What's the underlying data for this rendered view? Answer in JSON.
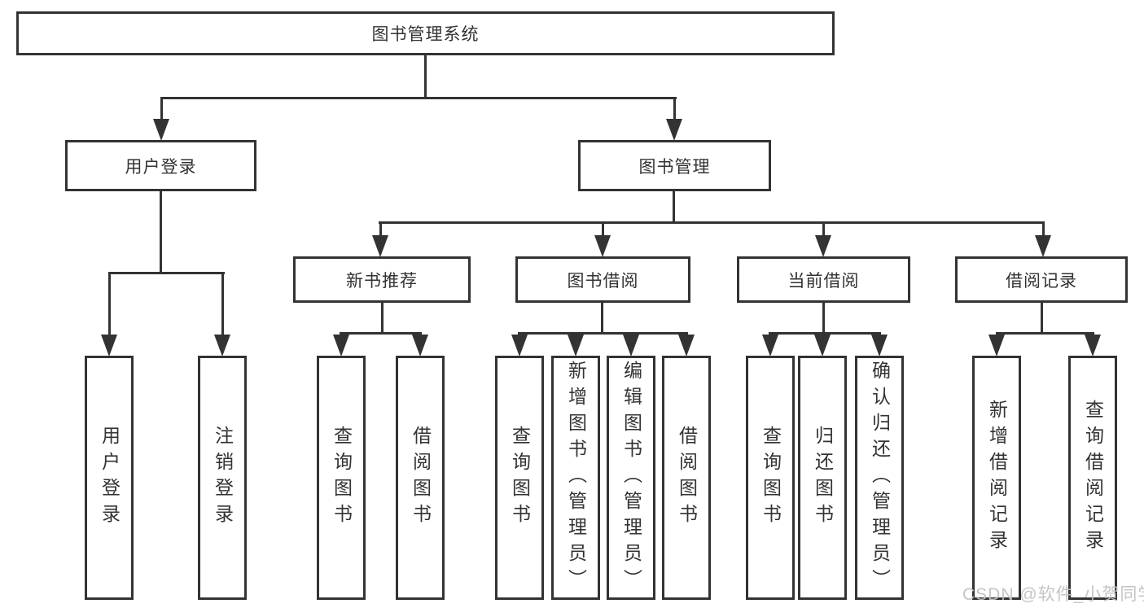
{
  "diagram": {
    "root": {
      "label": "图书管理系统"
    },
    "level2": [
      {
        "label": "用户登录"
      },
      {
        "label": "图书管理"
      }
    ],
    "level3": [
      {
        "label": "新书推荐"
      },
      {
        "label": "图书借阅"
      },
      {
        "label": "当前借阅"
      },
      {
        "label": "借阅记录"
      }
    ],
    "leaves": {
      "user_login": [
        "用户登录",
        "注销登录"
      ],
      "new_book_recommend": [
        "查询图书",
        "借阅图书"
      ],
      "book_borrow": [
        "查询图书",
        "新增图书（管理员）",
        "编辑图书（管理员）",
        "借阅图书"
      ],
      "current_borrow": [
        "查询图书",
        "归还图书",
        "确认归还（管理员）"
      ],
      "borrow_records": [
        "新增借阅记录",
        "查询借阅记录"
      ]
    }
  },
  "watermark": "CSDN @软件_小贺同学",
  "colors": {
    "line": "#333333",
    "text": "#333333",
    "watermark": "#c3c1c1",
    "background": "#ffffff"
  }
}
